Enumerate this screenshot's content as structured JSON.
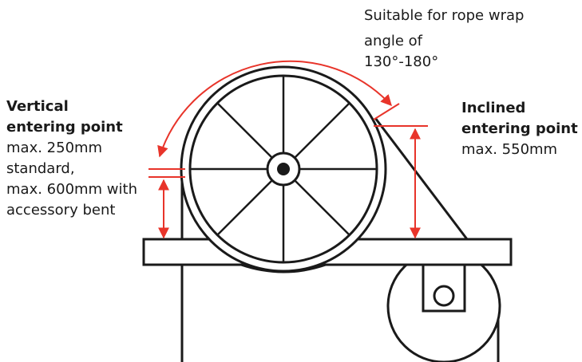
{
  "wrap_angle_note": {
    "line1": "Suitable for rope wrap",
    "line2": "angle of",
    "line3": "130°-180°"
  },
  "vertical_entry": {
    "title1": "Vertical",
    "title2": "entering point",
    "line1": "max. 250mm",
    "line2": "standard,",
    "line3": "max. 600mm with",
    "line4": "accessory bent"
  },
  "inclined_entry": {
    "title1": "Inclined",
    "title2": "entering point",
    "line1": "max. 550mm"
  },
  "colors": {
    "line": "#1a1a1a",
    "dimension": "#e8342a"
  }
}
